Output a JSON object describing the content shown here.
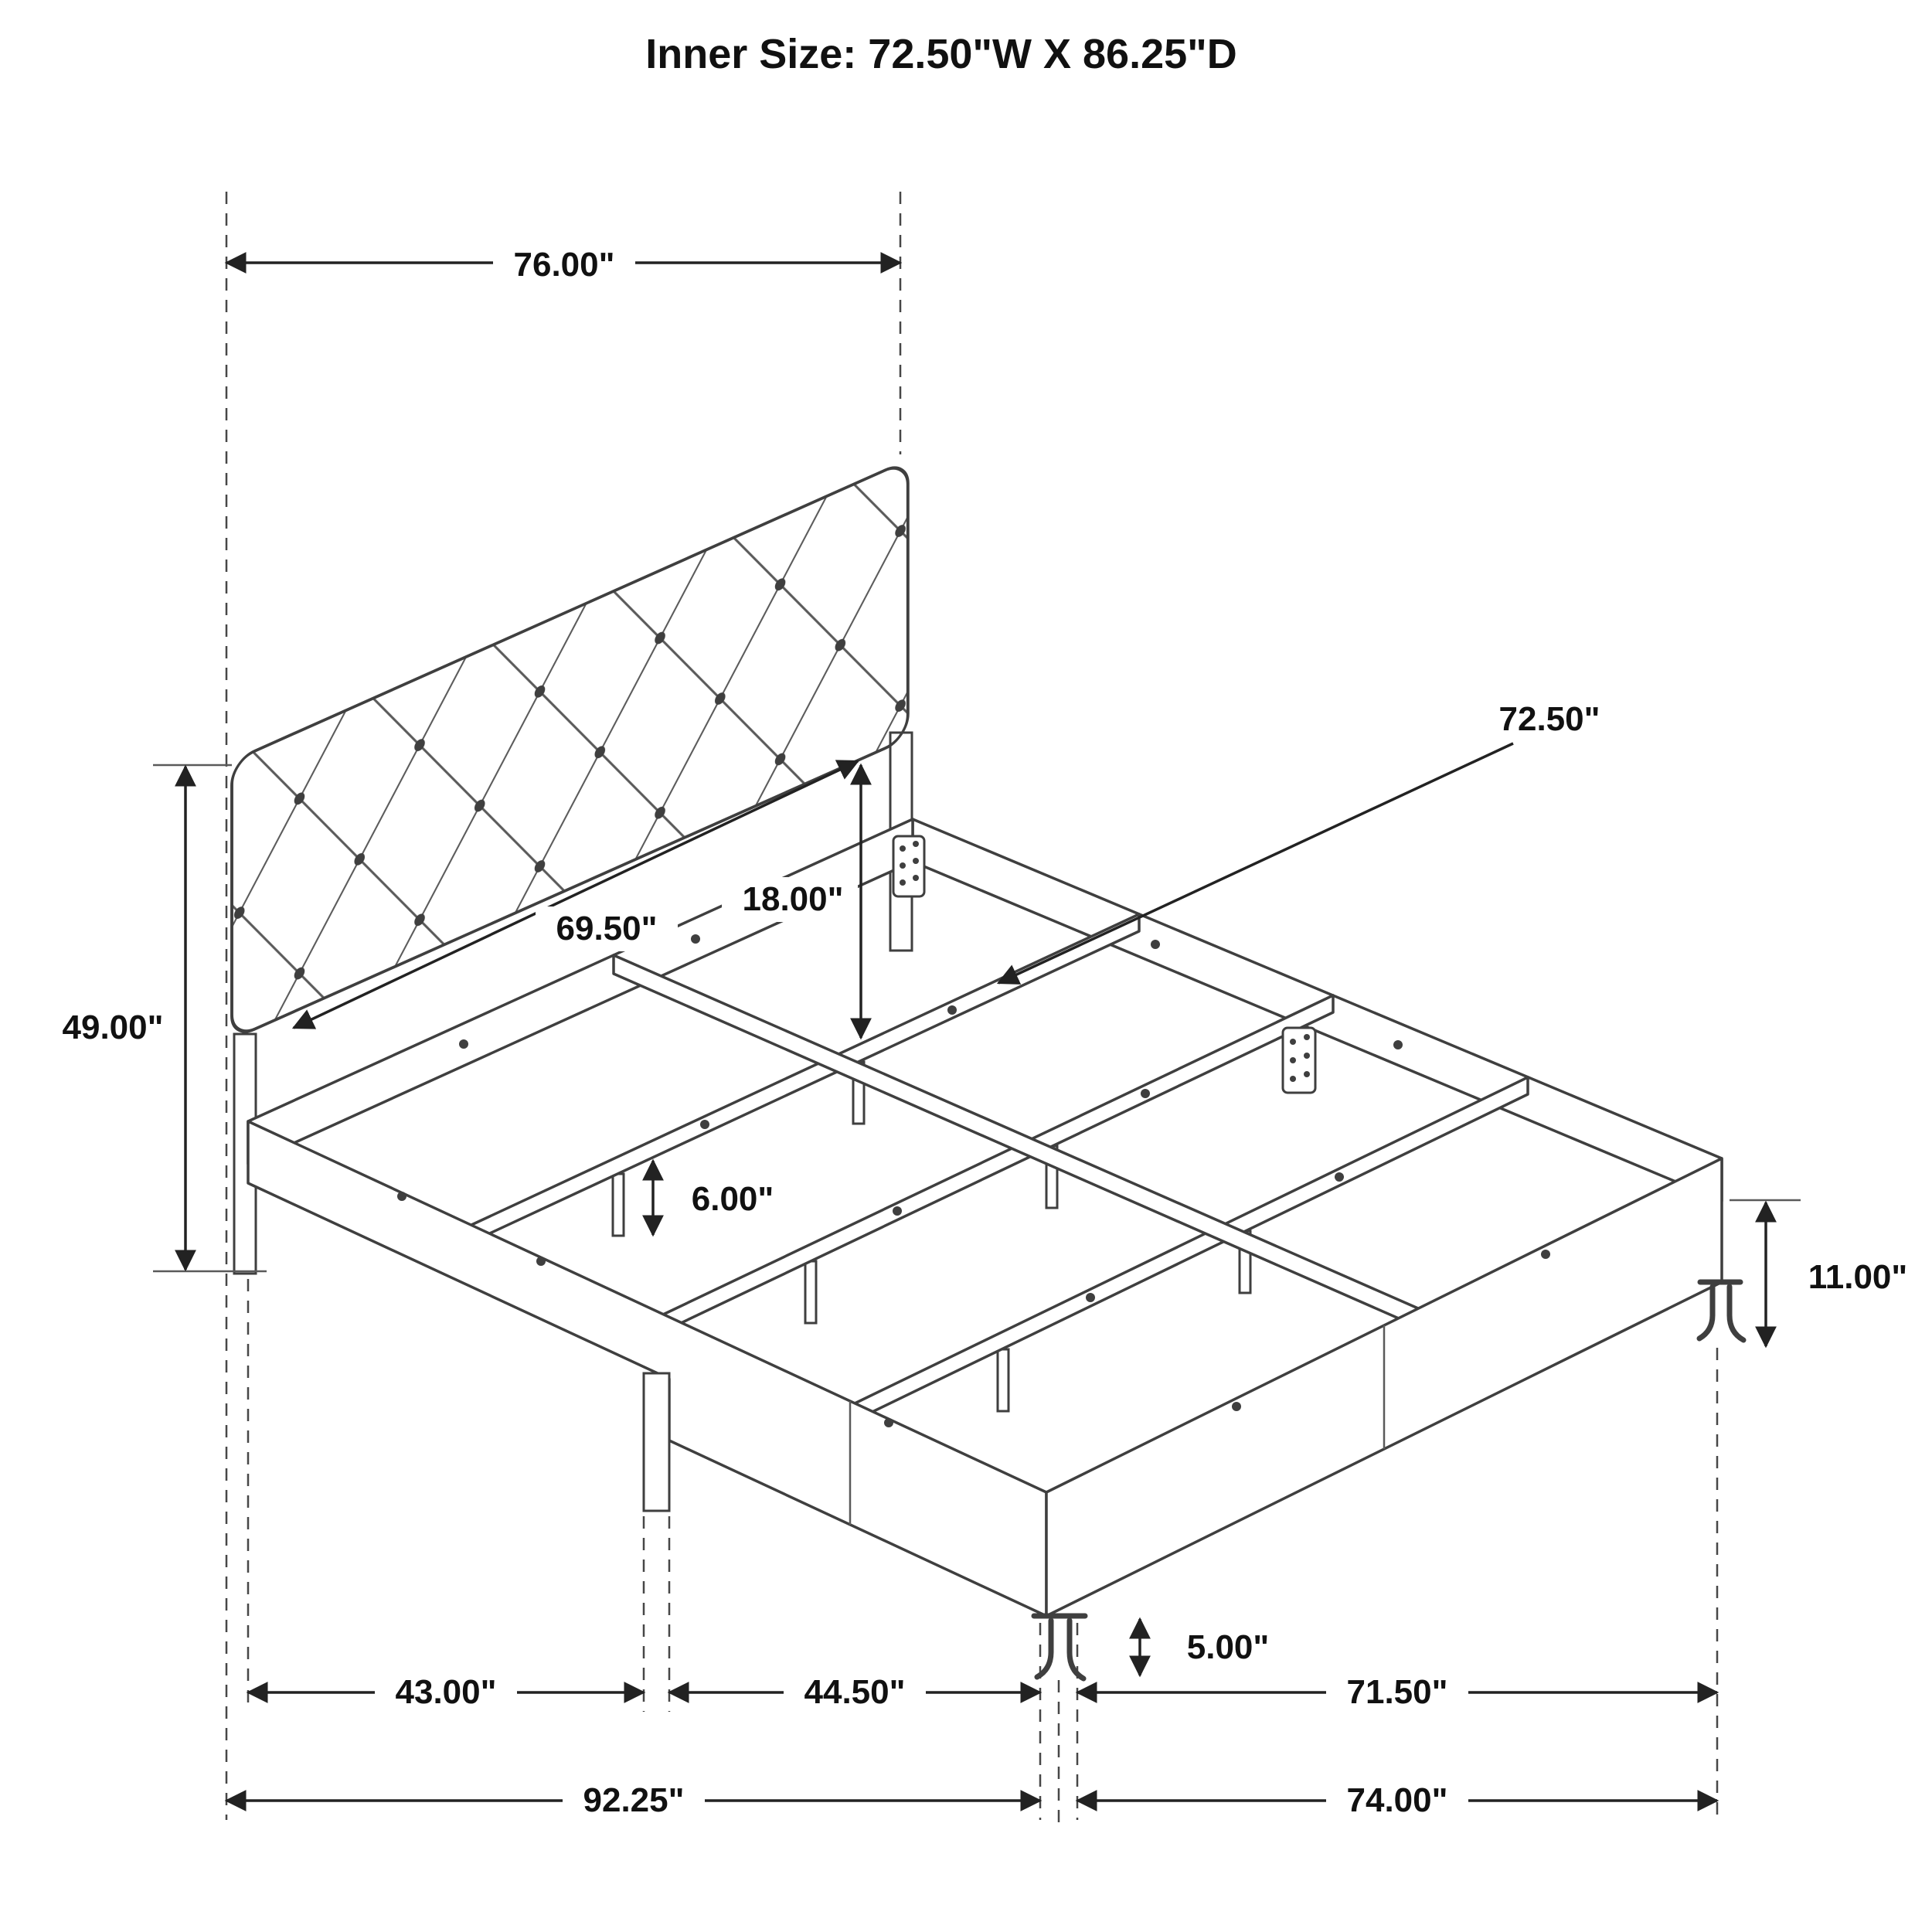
{
  "title": "Inner Size: 72.50\"W X 86.25\"D",
  "dims": {
    "headboard_width": "76.00\"",
    "inner_slat_width": "72.50\"",
    "headboard_panel_width": "69.50\"",
    "headboard_clearance": "18.00\"",
    "headboard_height": "49.00\"",
    "slat_leg_height": "6.00\"",
    "rail_height": "11.00\"",
    "foot_leg_height": "5.00\"",
    "span_head_section": "43.00\"",
    "span_mid_section": "44.50\"",
    "span_foot_section": "71.50\"",
    "overall_depth_left": "92.25\"",
    "overall_depth_right": "74.00\""
  },
  "colors": {
    "line": "#3f3f3f",
    "dimension": "#222222",
    "text": "#111111",
    "background": "#ffffff"
  }
}
